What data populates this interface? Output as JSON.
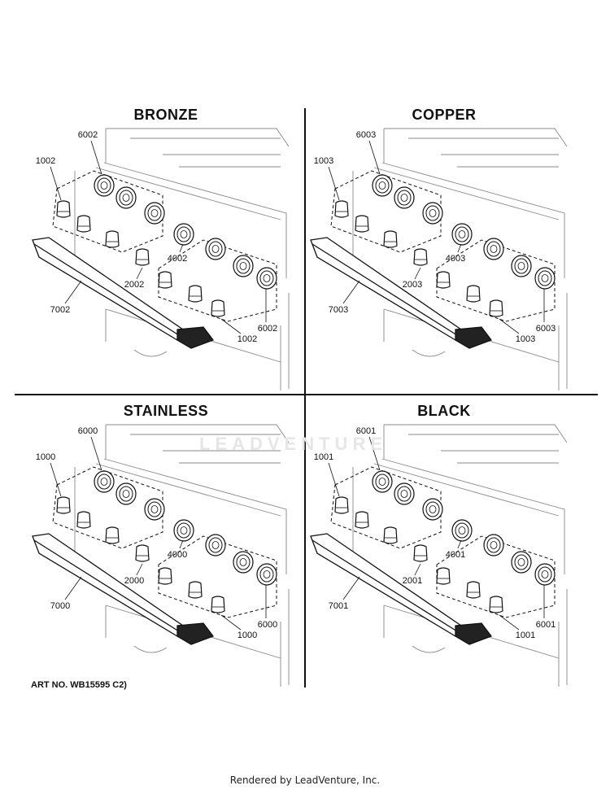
{
  "panels": [
    {
      "title": "BRONZE",
      "labels": {
        "a": "6002",
        "b": "1002",
        "c": "4002",
        "d": "2002",
        "e": "7002",
        "f": "6002",
        "g": "1002"
      }
    },
    {
      "title": "COPPER",
      "labels": {
        "a": "6003",
        "b": "1003",
        "c": "4003",
        "d": "2003",
        "e": "7003",
        "f": "6003",
        "g": "1003"
      }
    },
    {
      "title": "STAINLESS",
      "labels": {
        "a": "6000",
        "b": "1000",
        "c": "4000",
        "d": "2000",
        "e": "7000",
        "f": "6000",
        "g": "1000"
      }
    },
    {
      "title": "BLACK",
      "labels": {
        "a": "6001",
        "b": "1001",
        "c": "4001",
        "d": "2001",
        "e": "7001",
        "f": "6001",
        "g": "1001"
      }
    }
  ],
  "art_number": "ART NO. WB15595 C2)",
  "footer": "Rendered by LeadVenture, Inc.",
  "watermark": "LEADVENTURE"
}
